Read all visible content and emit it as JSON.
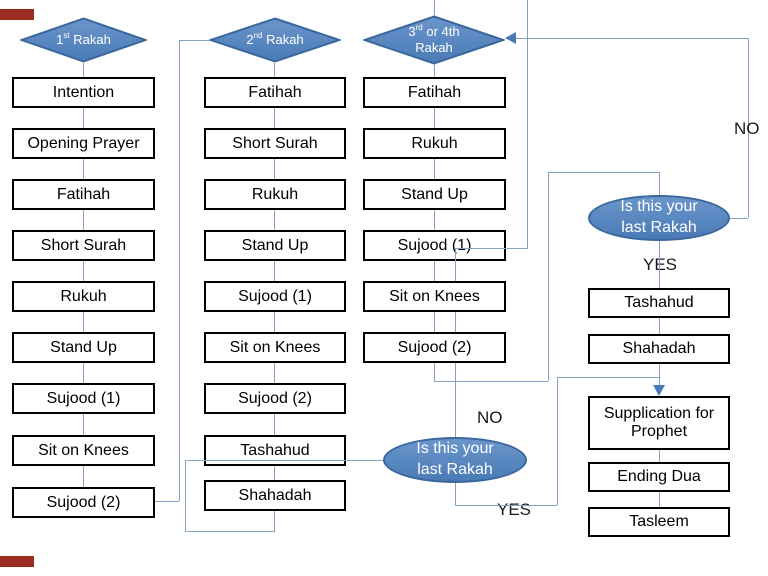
{
  "labels": {
    "no_right": "NO",
    "yes_right": "YES",
    "no_mid": "NO",
    "yes_mid": "YES"
  },
  "diamonds": {
    "d1": {
      "num": "1",
      "sup": "st",
      "rest": " Rakah"
    },
    "d2": {
      "num": "2",
      "sup": "nd",
      "rest": " Rakah"
    },
    "d3": {
      "num": "3",
      "sup": "rd",
      "rest": " or 4th",
      "line2": "Rakah"
    }
  },
  "decisions": {
    "right": {
      "line1": "Is this your",
      "line2": "last Rakah"
    },
    "mid": {
      "line1": "Is this your",
      "line2": "last Rakah"
    }
  },
  "columns": {
    "rakah1": [
      "Intention",
      "Opening Prayer",
      "Fatihah",
      "Short Surah",
      "Rukuh",
      "Stand Up",
      "Sujood (1)",
      "Sit on Knees",
      "Sujood (2)"
    ],
    "rakah2": [
      "Fatihah",
      "Short Surah",
      "Rukuh",
      "Stand Up",
      "Sujood (1)",
      "Sit on Knees",
      "Sujood (2)",
      "Tashahud",
      "Shahadah"
    ],
    "rakah34": [
      "Fatihah",
      "Rukuh",
      "Stand Up",
      "Sujood (1)",
      "Sit on Knees",
      "Sujood (2)"
    ],
    "final": [
      "Tashahud",
      "Shahadah",
      "Supplication for Prophet",
      "Ending Dua",
      "Tasleem"
    ]
  },
  "colors": {
    "shape_fill": "#4f81bd",
    "shape_border": "#3a679e",
    "connector": "#84a2c4",
    "arrow": "#4a7ab5",
    "box_border": "#000000",
    "box_text": "#000000",
    "label_text": "#1a1a1a",
    "red_accent": "#9b2d23",
    "background": "#ffffff"
  }
}
